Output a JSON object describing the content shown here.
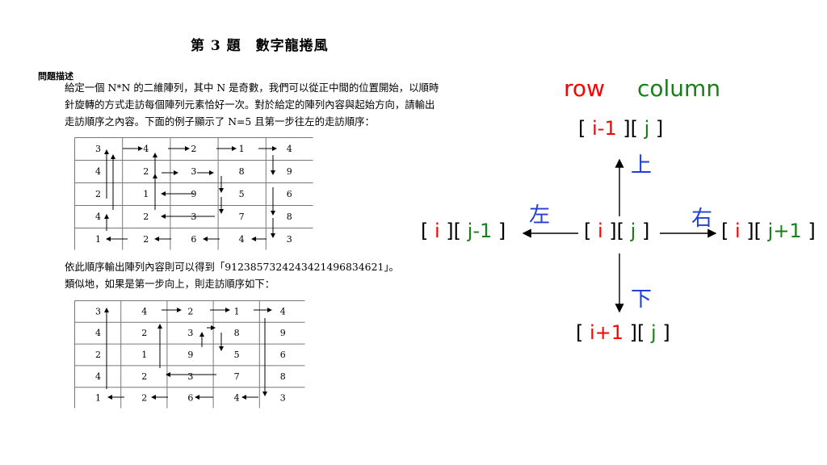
{
  "title": "第 3 題　數字龍捲風",
  "section_heading": "問題描述",
  "paragraph1": [
    "給定一個 N*N 的二維陣列，其中 N 是奇數，我們可以從正中間的位置開始，以順時",
    "針旋轉的方式走訪每個陣列元素恰好一次。對於給定的陣列內容與起始方向，請輸出",
    "走訪順序之內容。下面的例子顯示了 N=5 且第一步往左的走訪順序："
  ],
  "paragraph2": [
    "依此順序輸出陣列內容則可以得到「9123857324243421496834621」。",
    "類似地，如果是第一步向上，則走訪順序如下："
  ],
  "grid_values": [
    [
      "3",
      "4",
      "2",
      "1",
      "4"
    ],
    [
      "4",
      "2",
      "3",
      "8",
      "9"
    ],
    [
      "2",
      "1",
      "9",
      "5",
      "6"
    ],
    [
      "4",
      "2",
      "3",
      "7",
      "8"
    ],
    [
      "1",
      "2",
      "6",
      "4",
      "3"
    ]
  ],
  "diagram": {
    "row_label": "row",
    "column_label": "column",
    "up": {
      "pre": "[ ",
      "i": "i-1",
      "mid": " ][ ",
      "j": "j",
      "post": " ]"
    },
    "down": {
      "pre": "[ ",
      "i": "i+1",
      "mid": " ][ ",
      "j": "j",
      "post": " ]"
    },
    "left": {
      "pre": "[ ",
      "i": "i",
      "mid": " ][ ",
      "j": "j-1",
      "post": " ]"
    },
    "right": {
      "pre": "[ ",
      "i": "i",
      "mid": " ][ ",
      "j": "j+1",
      "post": " ]"
    },
    "center": {
      "pre": "[ ",
      "i": "i",
      "mid": " ][ ",
      "j": "j",
      "post": " ]"
    },
    "dir_up": "上",
    "dir_down": "下",
    "dir_left": "左",
    "dir_right": "右"
  },
  "colors": {
    "row": "#ff0000",
    "column": "#1a7f1a",
    "direction": "#1f3fd8"
  }
}
